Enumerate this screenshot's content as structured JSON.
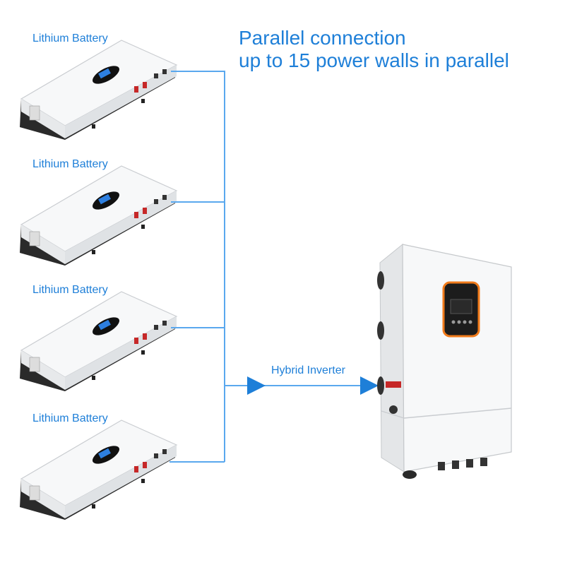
{
  "title": {
    "line1": "Parallel connection",
    "line2": "up to 15 power walls in parallel"
  },
  "batteries": [
    {
      "label": "Lithium Battery"
    },
    {
      "label": "Lithium Battery"
    },
    {
      "label": "Lithium Battery"
    },
    {
      "label": "Lithium Battery"
    }
  ],
  "inverter": {
    "label": "Hybrid Inverter"
  },
  "colors": {
    "accent": "#1e7fd8",
    "line": "#5aa8ee",
    "inverter_display_frame": "#f07a1a",
    "battery_body": "#f4f5f6",
    "battery_base": "#2a2a2a"
  }
}
